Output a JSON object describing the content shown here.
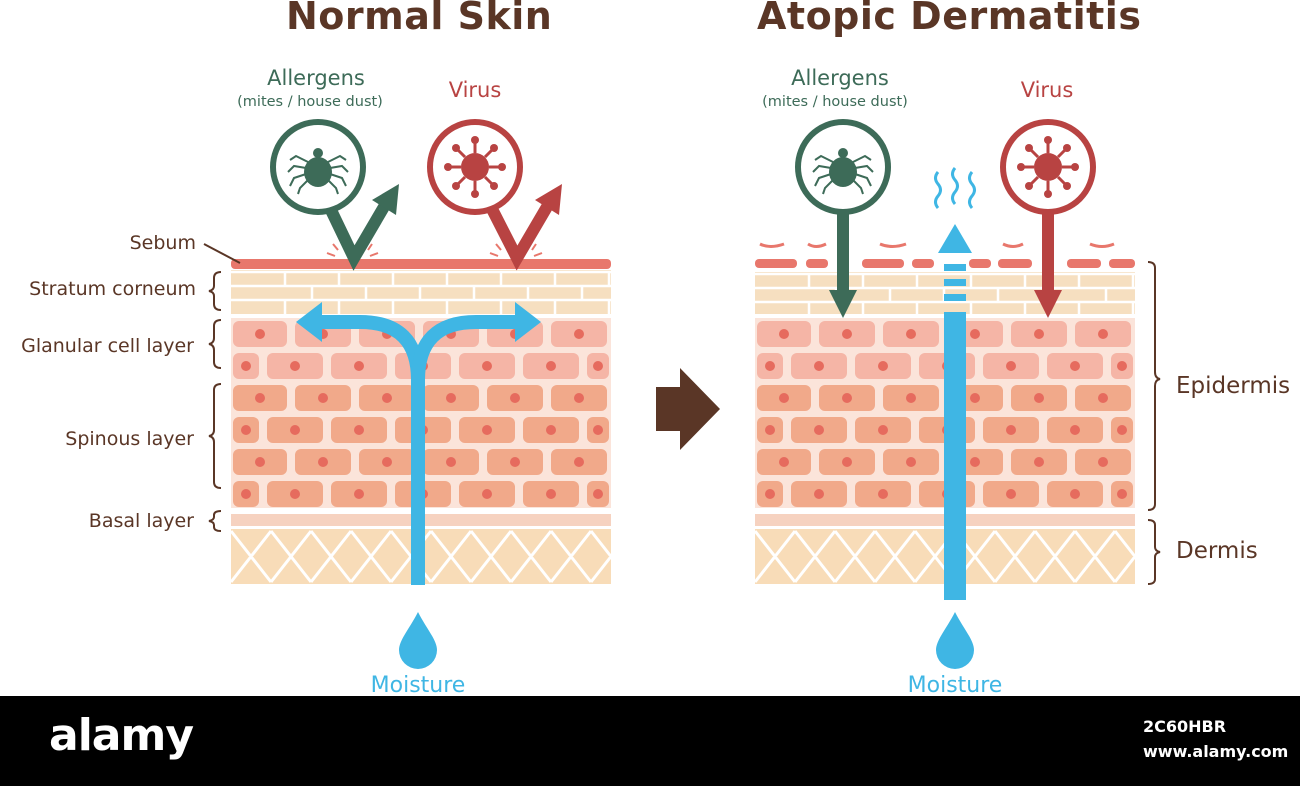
{
  "normal": {
    "title": "Normal Skin",
    "allergens_label": "Allergens",
    "allergens_sub": "(mites / house dust)",
    "virus_label": "Virus",
    "moisture_label": "Moisture"
  },
  "atopic": {
    "title": "Atopic Dermatitis",
    "allergens_label": "Allergens",
    "allergens_sub": "(mites / house dust)",
    "virus_label": "Virus",
    "moisture_label": "Moisture"
  },
  "layers": {
    "sebum": "Sebum",
    "stratum_corneum": "Stratum corneum",
    "granular": "Glanular cell layer",
    "spinous": "Spinous layer",
    "basal": "Basal layer"
  },
  "sides": {
    "epidermis": "Epidermis",
    "dermis": "Dermis"
  },
  "footer": {
    "logo": "alamy",
    "image_id": "2C60HBR",
    "site": "www.alamy.com"
  },
  "colors": {
    "brown": "#5a3626",
    "green": "#3d6b58",
    "red": "#b84342",
    "blue": "#3fb6e4",
    "sebum": "#e8776c",
    "corneum": "#f6dfc0",
    "granular": "#f5b5a6",
    "spinous": "#f1a98a",
    "dermis": "#f8dcb8",
    "nucleus": "#e66b5e"
  },
  "icons": [
    "mite-icon",
    "virus-icon",
    "arrow-right-icon",
    "water-drop-icon",
    "heat-waves-icon"
  ]
}
